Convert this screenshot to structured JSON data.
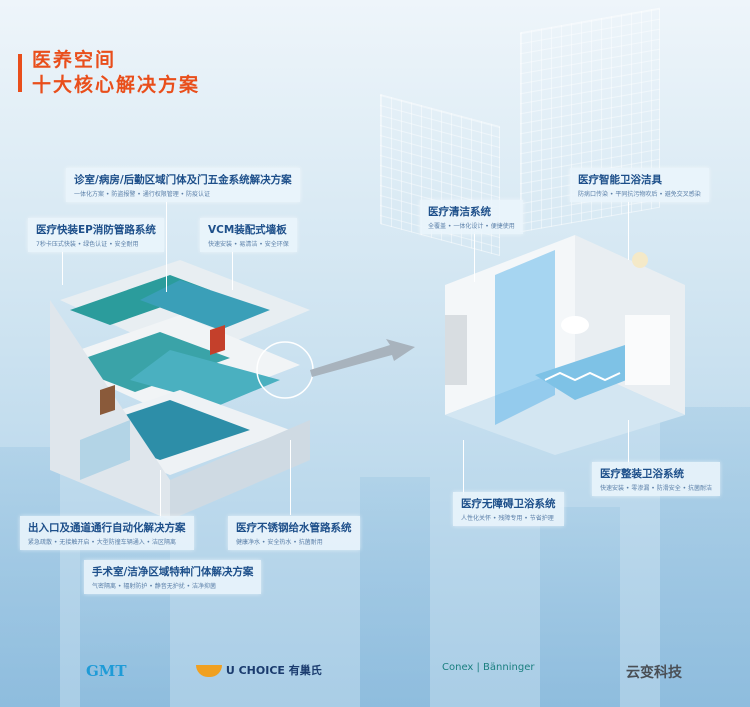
{
  "title": {
    "line1": "医养空间",
    "line2": "十大核心解决方案"
  },
  "labels": [
    {
      "heading": "诊室/病房/后勤区域门体及门五金系统解决方案",
      "sub": "一体化方案 • 防盗报警 • 通行权限管理 • 防疫认证"
    },
    {
      "heading": "医疗快装EP消防管路系统",
      "sub": "7秒卡压式快装 • 绿色认证 • 安全耐用"
    },
    {
      "heading": "VCM装配式墙板",
      "sub": "快速安装 • 易清洁 • 安全环保"
    },
    {
      "heading": "出入口及通道通行自动化解决方案",
      "sub": "紧急疏散 • 无接触开启 • 大型防撞车辆通入 • 洁区隔离"
    },
    {
      "heading": "医疗不锈钢给水管路系统",
      "sub": "健康净水 • 安全热水 • 抗菌耐用"
    },
    {
      "heading": "手术室/洁净区域特种门体解决方案",
      "sub": "气密隔离 • 辐射防护 • 静音无护扰 • 洁净抑菌"
    },
    {
      "heading": "医疗清洁系统",
      "sub": "全覆盖 • 一体化设计 • 便捷使用"
    },
    {
      "heading": "医疗智能卫浴洁具",
      "sub": "防病口传染 • 平同抗污物吹后 • 避免交叉感染"
    },
    {
      "heading": "医疗整装卫浴系统",
      "sub": "快速安装 • 零渗漏 • 防滑安全 • 抗菌耐洁"
    },
    {
      "heading": "医疗无障碍卫浴系统",
      "sub": "人性化关怀 • 残障专用 • 节省护理"
    }
  ],
  "logos": {
    "gmt": "GMT",
    "uchoice": "U CHOICE 有巢氏",
    "conex": "Conex | Bänninger",
    "yunbian": "云变科技"
  },
  "colors": {
    "accent": "#e94e1b",
    "heading": "#1d4f8a"
  }
}
